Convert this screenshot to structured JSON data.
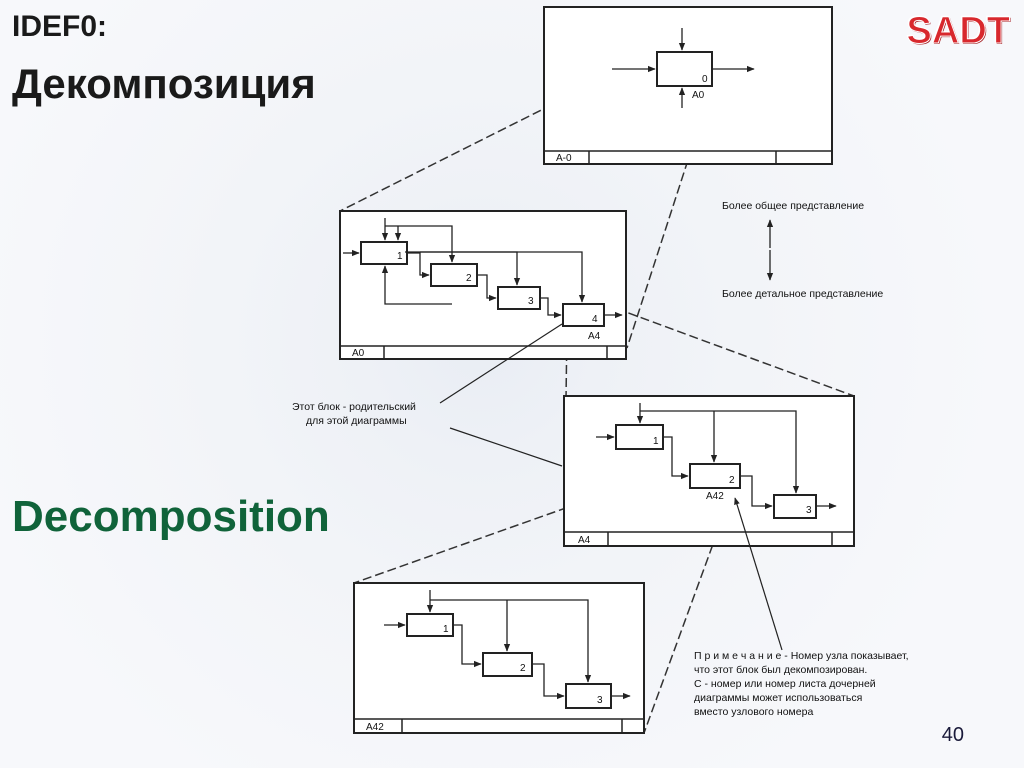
{
  "header": {
    "line1": "IDEF0:",
    "line2": "Декомпозиция",
    "logo": "SADT"
  },
  "subtitle": "Decomposition",
  "page_number": "40",
  "diagram": {
    "d0": {
      "box_num": "0",
      "box_id": "A0",
      "frame_id": "A-0"
    },
    "d1": {
      "boxes": [
        "1",
        "2",
        "3",
        "4"
      ],
      "box4_id": "A4",
      "frame_id": "A0"
    },
    "d2": {
      "boxes": [
        "1",
        "2",
        "3"
      ],
      "box2_id": "A42",
      "frame_id": "A4"
    },
    "d3": {
      "boxes": [
        "1",
        "2",
        "3"
      ],
      "frame_id": "A42"
    },
    "notes": {
      "general": "Более общее представление",
      "detail": "Более детальное представление",
      "parent": [
        "Этот блок - родительский",
        "для этой диаграммы"
      ],
      "remark": [
        "П р и м е ч а н и е - Номер узла показывает,",
        "что этот блок был декомпозирован.",
        "С - номер или номер листа дочерней",
        "диаграммы может использоваться",
        "вместо узлового номера"
      ]
    }
  }
}
